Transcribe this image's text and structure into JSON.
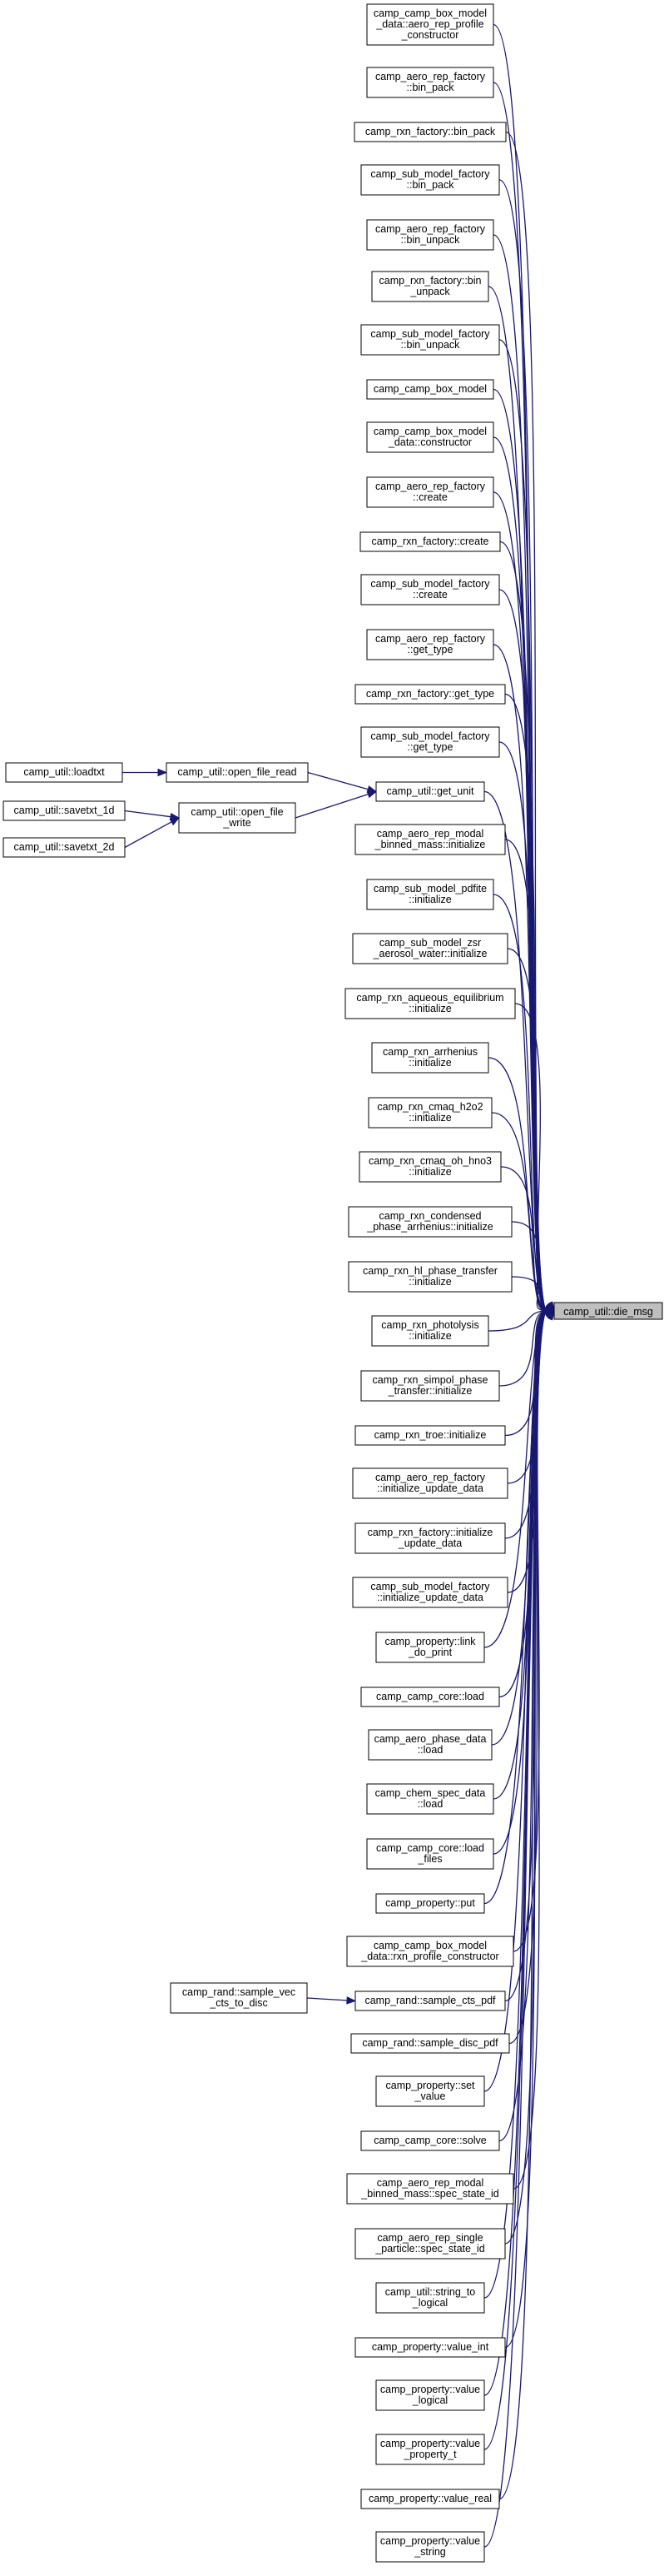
{
  "graph": {
    "target": {
      "id": "die_msg",
      "lines": [
        "camp_util::die_msg"
      ]
    },
    "callers": [
      {
        "id": "n01",
        "lines": [
          "camp_camp_box_model",
          "_data::aero_rep_profile",
          "_constructor"
        ]
      },
      {
        "id": "n02",
        "lines": [
          "camp_aero_rep_factory",
          "::bin_pack"
        ]
      },
      {
        "id": "n03",
        "lines": [
          "camp_rxn_factory::bin_pack"
        ]
      },
      {
        "id": "n04",
        "lines": [
          "camp_sub_model_factory",
          "::bin_pack"
        ]
      },
      {
        "id": "n05",
        "lines": [
          "camp_aero_rep_factory",
          "::bin_unpack"
        ]
      },
      {
        "id": "n06",
        "lines": [
          "camp_rxn_factory::bin",
          "_unpack"
        ]
      },
      {
        "id": "n07",
        "lines": [
          "camp_sub_model_factory",
          "::bin_unpack"
        ]
      },
      {
        "id": "n08",
        "lines": [
          "camp_camp_box_model"
        ]
      },
      {
        "id": "n09",
        "lines": [
          "camp_camp_box_model",
          "_data::constructor"
        ]
      },
      {
        "id": "n10",
        "lines": [
          "camp_aero_rep_factory",
          "::create"
        ]
      },
      {
        "id": "n11",
        "lines": [
          "camp_rxn_factory::create"
        ]
      },
      {
        "id": "n12",
        "lines": [
          "camp_sub_model_factory",
          "::create"
        ]
      },
      {
        "id": "n13",
        "lines": [
          "camp_aero_rep_factory",
          "::get_type"
        ]
      },
      {
        "id": "n14",
        "lines": [
          "camp_rxn_factory::get_type"
        ]
      },
      {
        "id": "n15",
        "lines": [
          "camp_sub_model_factory",
          "::get_type"
        ]
      },
      {
        "id": "n16",
        "lines": [
          "camp_util::get_unit"
        ]
      },
      {
        "id": "n17",
        "lines": [
          "camp_aero_rep_modal",
          "_binned_mass::initialize"
        ]
      },
      {
        "id": "n18",
        "lines": [
          "camp_sub_model_pdfite",
          "::initialize"
        ]
      },
      {
        "id": "n19",
        "lines": [
          "camp_sub_model_zsr",
          "_aerosol_water::initialize"
        ]
      },
      {
        "id": "n20",
        "lines": [
          "camp_rxn_aqueous_equilibrium",
          "::initialize"
        ]
      },
      {
        "id": "n21",
        "lines": [
          "camp_rxn_arrhenius",
          "::initialize"
        ]
      },
      {
        "id": "n22",
        "lines": [
          "camp_rxn_cmaq_h2o2",
          "::initialize"
        ]
      },
      {
        "id": "n23",
        "lines": [
          "camp_rxn_cmaq_oh_hno3",
          "::initialize"
        ]
      },
      {
        "id": "n24",
        "lines": [
          "camp_rxn_condensed",
          "_phase_arrhenius::initialize"
        ]
      },
      {
        "id": "n25",
        "lines": [
          "camp_rxn_hl_phase_transfer",
          "::initialize"
        ]
      },
      {
        "id": "n26",
        "lines": [
          "camp_rxn_photolysis",
          "::initialize"
        ]
      },
      {
        "id": "n27",
        "lines": [
          "camp_rxn_simpol_phase",
          "_transfer::initialize"
        ]
      },
      {
        "id": "n28",
        "lines": [
          "camp_rxn_troe::initialize"
        ]
      },
      {
        "id": "n29",
        "lines": [
          "camp_aero_rep_factory",
          "::initialize_update_data"
        ]
      },
      {
        "id": "n30",
        "lines": [
          "camp_rxn_factory::initialize",
          "_update_data"
        ]
      },
      {
        "id": "n31",
        "lines": [
          "camp_sub_model_factory",
          "::initialize_update_data"
        ]
      },
      {
        "id": "n32",
        "lines": [
          "camp_property::link",
          "_do_print"
        ]
      },
      {
        "id": "n33",
        "lines": [
          "camp_camp_core::load"
        ]
      },
      {
        "id": "n34",
        "lines": [
          "camp_aero_phase_data",
          "::load"
        ]
      },
      {
        "id": "n35",
        "lines": [
          "camp_chem_spec_data",
          "::load"
        ]
      },
      {
        "id": "n36",
        "lines": [
          "camp_camp_core::load",
          "_files"
        ]
      },
      {
        "id": "n37",
        "lines": [
          "camp_property::put"
        ]
      },
      {
        "id": "n38",
        "lines": [
          "camp_camp_box_model",
          "_data::rxn_profile_constructor"
        ]
      },
      {
        "id": "n39",
        "lines": [
          "camp_rand::sample_cts_pdf"
        ]
      },
      {
        "id": "n40",
        "lines": [
          "camp_rand::sample_disc_pdf"
        ]
      },
      {
        "id": "n41",
        "lines": [
          "camp_property::set",
          "_value"
        ]
      },
      {
        "id": "n42",
        "lines": [
          "camp_camp_core::solve"
        ]
      },
      {
        "id": "n43",
        "lines": [
          "camp_aero_rep_modal",
          "_binned_mass::spec_state_id"
        ]
      },
      {
        "id": "n44",
        "lines": [
          "camp_aero_rep_single",
          "_particle::spec_state_id"
        ]
      },
      {
        "id": "n45",
        "lines": [
          "camp_util::string_to",
          "_logical"
        ]
      },
      {
        "id": "n46",
        "lines": [
          "camp_property::value_int"
        ]
      },
      {
        "id": "n47",
        "lines": [
          "camp_property::value",
          "_logical"
        ]
      },
      {
        "id": "n48",
        "lines": [
          "camp_property::value",
          "_property_t"
        ]
      },
      {
        "id": "n49",
        "lines": [
          "camp_property::value_real"
        ]
      },
      {
        "id": "n50",
        "lines": [
          "camp_property::value",
          "_string"
        ]
      }
    ],
    "secondary": [
      {
        "id": "s_read",
        "lines": [
          "camp_util::open_file_read"
        ]
      },
      {
        "id": "s_write",
        "lines": [
          "camp_util::open_file",
          "_write"
        ]
      },
      {
        "id": "s_vec",
        "lines": [
          "camp_rand::sample_vec",
          "_cts_to_disc"
        ]
      },
      {
        "id": "s_loadtxt",
        "lines": [
          "camp_util::loadtxt"
        ]
      },
      {
        "id": "s_save1d",
        "lines": [
          "camp_util::savetxt_1d"
        ]
      },
      {
        "id": "s_save2d",
        "lines": [
          "camp_util::savetxt_2d"
        ]
      }
    ],
    "edges": [
      [
        "s_read",
        "n16"
      ],
      [
        "s_write",
        "n16"
      ],
      [
        "s_loadtxt",
        "s_read"
      ],
      [
        "s_save1d",
        "s_write"
      ],
      [
        "s_save2d",
        "s_write"
      ],
      [
        "s_vec",
        "n39"
      ]
    ]
  }
}
